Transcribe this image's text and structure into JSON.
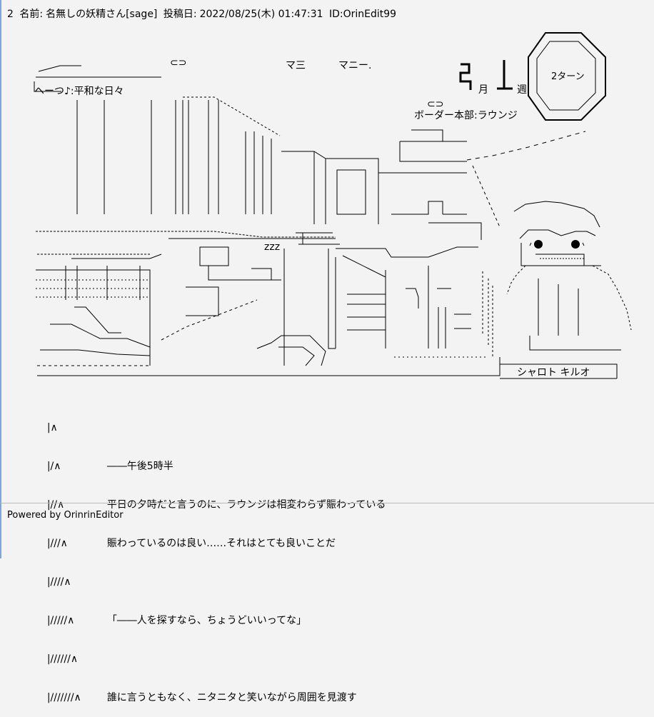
{
  "post": {
    "number": "2",
    "name_label": "名前:",
    "name": "名無しの妖精さん[sage]",
    "date_label": "投稿日:",
    "date": "2022/08/25(木) 01:47:31",
    "id": "ID:OrinEdit99"
  },
  "art": {
    "status_text": "ヘーつ♪:平和な日々",
    "lounge_label": "ボーダー本部:ラウンジ",
    "month_label": "月",
    "week_label": "週",
    "turn_label": "2ターン",
    "zzz": "zzz",
    "character_name": "シャロト キルオ",
    "cc_top": "⊂⊃",
    "cc_mid": "⊂⊃",
    "ma1": "マ三",
    "ma2": "マニー."
  },
  "story": {
    "lines": [
      {
        "prefix": "|∧",
        "text": ""
      },
      {
        "prefix": "|/∧",
        "text": "――午後5時半"
      },
      {
        "prefix": "|//∧",
        "text": "平日の夕時だと言うのに、ラウンジは相変わらず賑わっている"
      },
      {
        "prefix": "|///∧",
        "text": "賑わっているのは良い……それはとても良いことだ"
      },
      {
        "prefix": "|////∧",
        "text": ""
      },
      {
        "prefix": "|/////∧",
        "text": "「――人を探すなら、ちょうどいいってな」"
      },
      {
        "prefix": "|//////∧",
        "text": ""
      },
      {
        "prefix": "|///////∧",
        "text": "誰に言うともなく、ニタニタと笑いながら周囲を見渡す"
      }
    ]
  },
  "footer": {
    "text": "Powered by OrinrinEditor"
  }
}
